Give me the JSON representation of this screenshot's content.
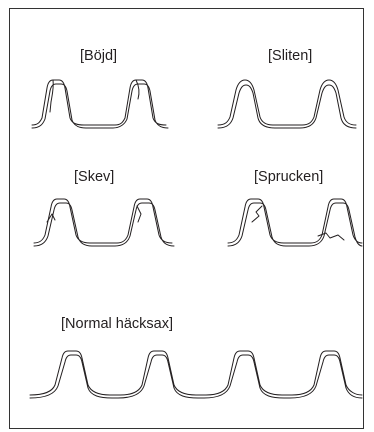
{
  "panels": {
    "bent": {
      "label": "[Böjd]"
    },
    "worn": {
      "label": "[Sliten]"
    },
    "skewed": {
      "label": "[Skev]"
    },
    "cracked": {
      "label": "[Sprucken]"
    },
    "normal": {
      "label": "[Normal häcksax]"
    }
  },
  "colors": {
    "stroke": "#231f20",
    "frame": "#333333",
    "background": "#ffffff"
  }
}
